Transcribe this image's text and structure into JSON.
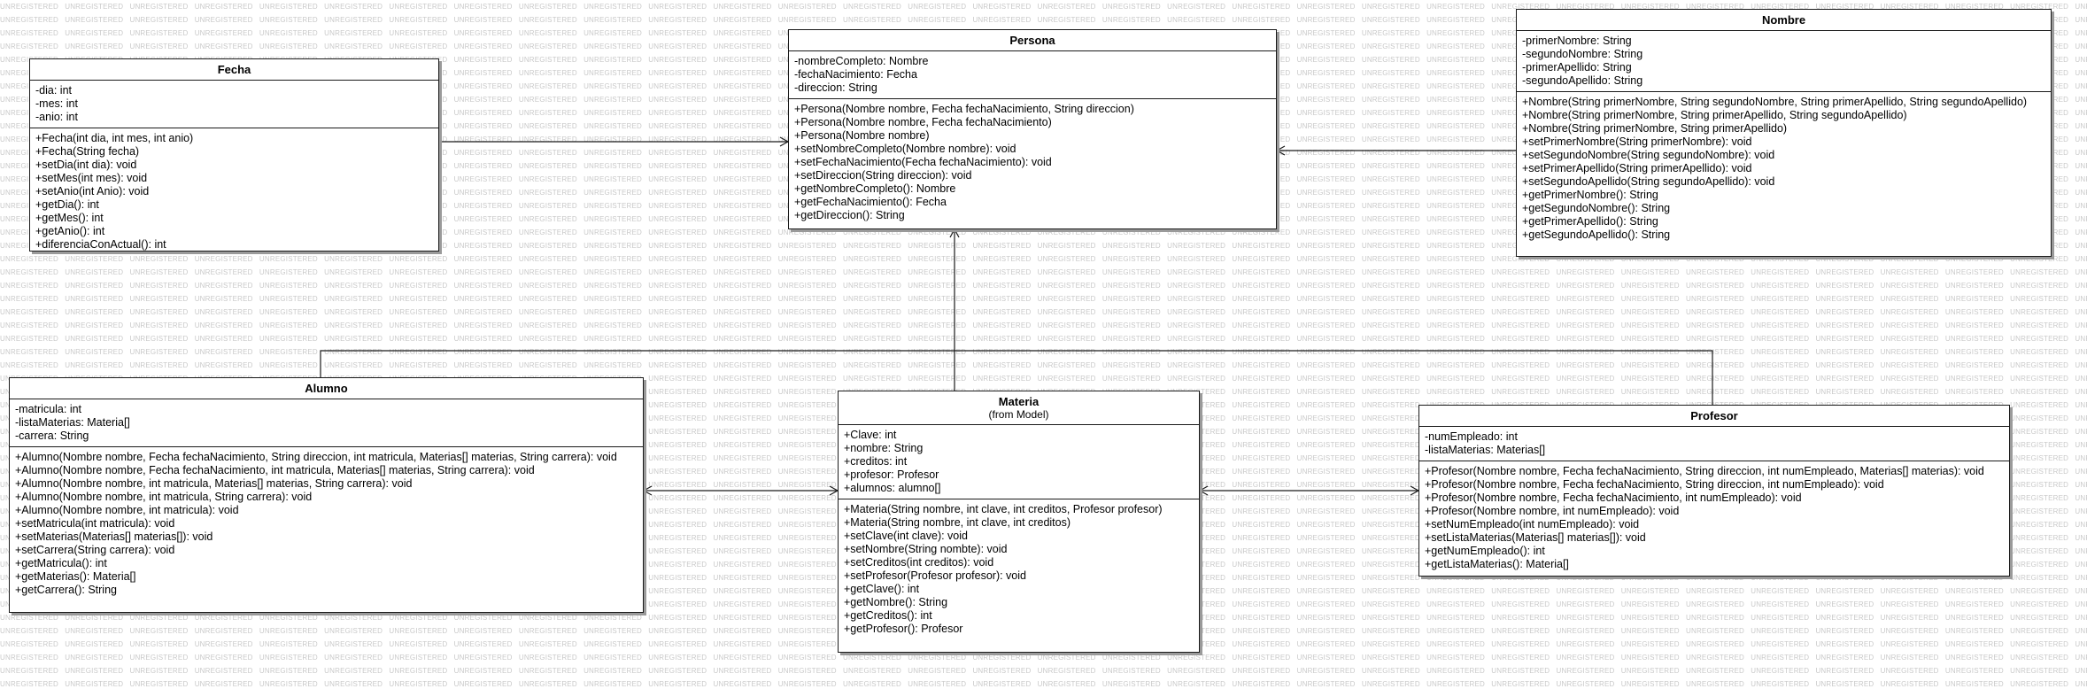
{
  "watermark_text": "UNREGISTERED",
  "classes": {
    "fecha": {
      "name": "Fecha",
      "attributes": [
        "-dia: int",
        "-mes: int",
        "-anio: int"
      ],
      "operations": [
        "+Fecha(int dia, int mes, int anio)",
        "+Fecha(String fecha)",
        "+setDia(int dia): void",
        "+setMes(int mes): void",
        "+setAnio(int Anio): void",
        "+getDia(): int",
        "+getMes(): int",
        "+getAnio(): int",
        "+diferenciaConActual(): int"
      ]
    },
    "persona": {
      "name": "Persona",
      "attributes": [
        "-nombreCompleto: Nombre",
        "-fechaNacimiento: Fecha",
        "-direccion: String"
      ],
      "operations": [
        "+Persona(Nombre nombre, Fecha fechaNacimiento, String direccion)",
        "+Persona(Nombre nombre, Fecha fechaNacimiento)",
        "+Persona(Nombre nombre)",
        "+setNombreCompleto(Nombre nombre): void",
        "+setFechaNacimiento(Fecha fechaNacimiento): void",
        "+setDireccion(String direccion): void",
        "+getNombreCompleto(): Nombre",
        "+getFechaNacimiento(): Fecha",
        "+getDireccion(): String"
      ]
    },
    "nombre": {
      "name": "Nombre",
      "attributes": [
        "-primerNombre: String",
        "-segundoNombre: String",
        "-primerApellido: String",
        "-segundoApellido: String"
      ],
      "operations": [
        "+Nombre(String primerNombre, String segundoNombre, String primerApellido, String segundoApellido)",
        "+Nombre(String primerNombre, String primerApellido, String segundoApellido)",
        "+Nombre(String primerNombre, String primerApellido)",
        "+setPrimerNombre(String primerNombre): void",
        "+setSegundoNombre(String segundoNombre): void",
        "+setPrimerApellido(String primerApellido): void",
        "+setSegundoApellido(String segundoApellido): void",
        "+getPrimerNombre(): String",
        "+getSegundoNombre(): String",
        "+getPrimerApellido(): String",
        "+getSegundoApellido(): String"
      ]
    },
    "alumno": {
      "name": "Alumno",
      "attributes": [
        "-matricula: int",
        "-listaMaterias: Materia[]",
        "-carrera: String"
      ],
      "operations": [
        "+Alumno(Nombre nombre, Fecha fechaNacimiento, String direccion, int matricula, Materias[] materias, String carrera): void",
        "+Alumno(Nombre nombre, Fecha fechaNacimiento, int matricula, Materias[] materias, String carrera): void",
        "+Alumno(Nombre nombre, int matricula, Materias[] materias, String carrera): void",
        "+Alumno(Nombre nombre, int matricula, String carrera): void",
        "+Alumno(Nombre nombre, int matricula): void",
        "+setMatricula(int matricula): void",
        "+setMaterias(Materias[] materias[]): void",
        "+setCarrera(String carrera): void",
        "+getMatricula(): int",
        "+getMaterias(): Materia[]",
        "+getCarrera(): String"
      ]
    },
    "materia": {
      "name": "Materia",
      "stereotype": "(from Model)",
      "attributes": [
        "+Clave: int",
        "+nombre: String",
        "+creditos: int",
        "+profesor: Profesor",
        "+alumnos: alumno[]"
      ],
      "operations": [
        "+Materia(String nombre, int clave, int creditos, Profesor profesor)",
        "+Materia(String nombre, int clave, int creditos)",
        "+setClave(int clave): void",
        "+setNombre(String nombte): void",
        "+setCreditos(int creditos): void",
        "+setProfesor(Profesor profesor): void",
        "+getClave(): int",
        "+getNombre(): String",
        "+getCreditos(): int",
        "+getProfesor(): Profesor"
      ]
    },
    "profesor": {
      "name": "Profesor",
      "attributes": [
        "-numEmpleado: int",
        "-listaMaterias: Materias[]"
      ],
      "operations": [
        "+Profesor(Nombre nombre, Fecha fechaNacimiento, String direccion, int numEmpleado, Materias[] materias): void",
        "+Profesor(Nombre nombre, Fecha fechaNacimiento, String direccion, int numEmpleado): void",
        "+Profesor(Nombre nombre, Fecha fechaNacimiento, int numEmpleado): void",
        "+Profesor(Nombre nombre, int numEmpleado): void",
        "+setNumEmpleado(int numEmpleado): void",
        "+setListaMaterias(Materias[] materias[]): void",
        "+getNumEmpleado(): int",
        "+getListaMaterias(): Materia[]"
      ]
    }
  }
}
